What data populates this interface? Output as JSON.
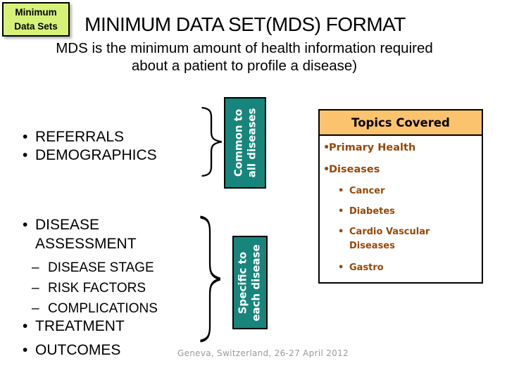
{
  "badge": {
    "line1": "Minimum",
    "line2": "Data Sets"
  },
  "title": "MINIMUM DATA SET(MDS) FORMAT",
  "subtitle": {
    "line1": "MDS is the minimum amount of health information required",
    "line2": "about a patient to profile a disease)"
  },
  "left_lists": {
    "common_items": [
      "REFERRALS",
      "DEMOGRAPHICS"
    ],
    "assessment_item": "DISEASE ASSESSMENT",
    "assessment_subitems": [
      "DISEASE STAGE",
      "RISK FACTORS",
      "COMPLICATIONS"
    ],
    "other_items": [
      "TREATMENT",
      "OUTCOMES"
    ]
  },
  "group_labels": {
    "common": {
      "line1": "Common to",
      "line2": "all diseases"
    },
    "specific": {
      "line1": "Specific to",
      "line2": "each disease"
    }
  },
  "topics_panel": {
    "header": "Topics Covered",
    "items": [
      "Primary Health",
      "Diseases"
    ],
    "subitems": [
      "Cancer",
      "Diabetes",
      "Cardio Vascular Diseases",
      "Gastro"
    ]
  },
  "footer": "Geneva, Switzerland, 26-27 April 2012",
  "colors": {
    "badge_bg": "#d6f178",
    "teal_box": "#17857c",
    "topics_header_bg": "#fbc36e",
    "topics_text": "#974806",
    "footer_text": "#9a9a9a",
    "text": "#000000"
  }
}
